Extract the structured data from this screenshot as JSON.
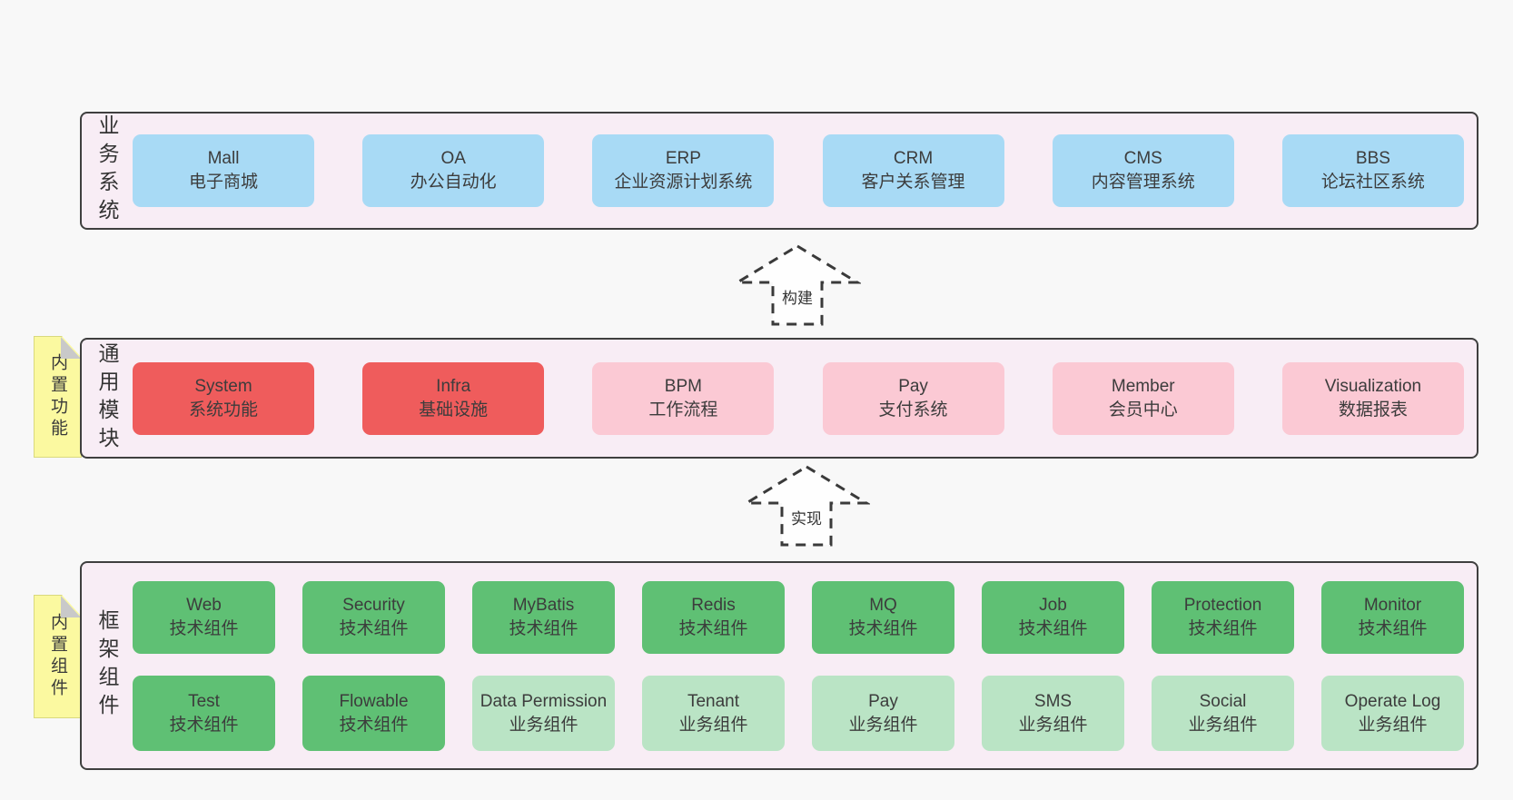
{
  "diagram": {
    "colors": {
      "page_bg": "#f8f8f8",
      "band_bg": "#f8edf5",
      "band_border": "#3f3f3f",
      "box_blue": "#a8daf5",
      "box_red": "#ef5c5c",
      "box_pink": "#fbc9d4",
      "box_green": "#5fc074",
      "box_lightgreen": "#bae4c5",
      "sticky_yellow": "#fbf9a0",
      "sticky_border": "#d9d97e",
      "fold_gray": "#c9c9c9",
      "arrow_stroke": "#3a3a3a",
      "text": "#3c3c3c"
    },
    "arrows": [
      {
        "label": "构建"
      },
      {
        "label": "实现"
      }
    ],
    "sticky_notes": [
      {
        "label": "内置功能"
      },
      {
        "label": "内置组件"
      }
    ],
    "sections": [
      {
        "id": "business-systems",
        "side_label": "业务系统",
        "rows": [
          {
            "boxes": [
              {
                "title": "Mall",
                "subtitle": "电子商城",
                "style": "blue"
              },
              {
                "title": "OA",
                "subtitle": "办公自动化",
                "style": "blue"
              },
              {
                "title": "ERP",
                "subtitle": "企业资源计划系统",
                "style": "blue"
              },
              {
                "title": "CRM",
                "subtitle": "客户关系管理",
                "style": "blue"
              },
              {
                "title": "CMS",
                "subtitle": "内容管理系统",
                "style": "blue"
              },
              {
                "title": "BBS",
                "subtitle": "论坛社区系统",
                "style": "blue"
              }
            ]
          }
        ]
      },
      {
        "id": "common-modules",
        "side_label": "通用模块",
        "rows": [
          {
            "boxes": [
              {
                "title": "System",
                "subtitle": "系统功能",
                "style": "red"
              },
              {
                "title": "Infra",
                "subtitle": "基础设施",
                "style": "red"
              },
              {
                "title": "BPM",
                "subtitle": "工作流程",
                "style": "pink"
              },
              {
                "title": "Pay",
                "subtitle": "支付系统",
                "style": "pink"
              },
              {
                "title": "Member",
                "subtitle": "会员中心",
                "style": "pink"
              },
              {
                "title": "Visualization",
                "subtitle": "数据报表",
                "style": "pink"
              }
            ]
          }
        ]
      },
      {
        "id": "framework-components",
        "side_label": "框架组件",
        "rows": [
          {
            "boxes": [
              {
                "title": "Web",
                "subtitle": "技术组件",
                "style": "green"
              },
              {
                "title": "Security",
                "subtitle": "技术组件",
                "style": "green"
              },
              {
                "title": "MyBatis",
                "subtitle": "技术组件",
                "style": "green"
              },
              {
                "title": "Redis",
                "subtitle": "技术组件",
                "style": "green"
              },
              {
                "title": "MQ",
                "subtitle": "技术组件",
                "style": "green"
              },
              {
                "title": "Job",
                "subtitle": "技术组件",
                "style": "green"
              },
              {
                "title": "Protection",
                "subtitle": "技术组件",
                "style": "green"
              },
              {
                "title": "Monitor",
                "subtitle": "技术组件",
                "style": "green"
              }
            ]
          },
          {
            "boxes": [
              {
                "title": "Test",
                "subtitle": "技术组件",
                "style": "green"
              },
              {
                "title": "Flowable",
                "subtitle": "技术组件",
                "style": "green"
              },
              {
                "title": "Data Permission",
                "subtitle": "业务组件",
                "style": "lightgreen"
              },
              {
                "title": "Tenant",
                "subtitle": "业务组件",
                "style": "lightgreen"
              },
              {
                "title": "Pay",
                "subtitle": "业务组件",
                "style": "lightgreen"
              },
              {
                "title": "SMS",
                "subtitle": "业务组件",
                "style": "lightgreen"
              },
              {
                "title": "Social",
                "subtitle": "业务组件",
                "style": "lightgreen"
              },
              {
                "title": "Operate Log",
                "subtitle": "业务组件",
                "style": "lightgreen"
              }
            ]
          }
        ]
      }
    ]
  }
}
